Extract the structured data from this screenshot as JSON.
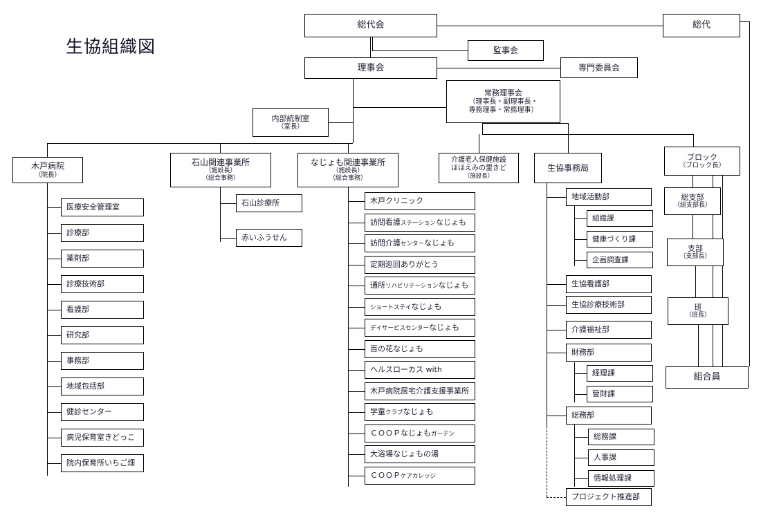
{
  "title": "生協組織図",
  "governance": {
    "soudaikai": "総代会",
    "soudai": "総代",
    "kanjikai": "監事会",
    "rijikai": "理事会",
    "senmon_iinkai": "専門委員会",
    "joumu_rijikai": {
      "line1": "常務理事会",
      "line2": "（理事長・副理事長・",
      "line3": "専務理事・常務理事）"
    },
    "naibu_tousei": {
      "line1": "内部統制室",
      "line2": "（室長）"
    }
  },
  "divisions": {
    "kido_hospital": {
      "line1": "木戸病院",
      "line2": "（院長）"
    },
    "ishiyama": {
      "line1": "石山関連事業所",
      "line2": "（施設長）",
      "line3": "（総合事務）"
    },
    "najomo": {
      "line1": "なじょも関連事業所",
      "line2": "（施設長）",
      "line3": "（総合事務）"
    },
    "rouken": {
      "line1": "介護老人保健施設",
      "line2": "ほほえみの里きど",
      "line3": "（施設長）"
    },
    "jimukyoku": {
      "line1": "生協事務局"
    }
  },
  "kido_children": [
    "医療安全管理室",
    "診療部",
    "薬剤部",
    "診療技術部",
    "看護部",
    "研究部",
    "事務部",
    "地域包括部",
    "健診センター",
    "病児保育室きどっこ",
    "院内保育所いちご畑"
  ],
  "ishiyama_children": [
    "石山診療所",
    "赤いふうせん"
  ],
  "najomo_children": [
    {
      "main": "木戸クリニック",
      "parts": [
        {
          "t": "木戸クリニック",
          "small": false
        }
      ]
    },
    {
      "main": "訪問看護ステーションなじょも",
      "parts": [
        {
          "t": "訪問看護",
          "small": false
        },
        {
          "t": "ステーション",
          "small": true
        },
        {
          "t": "なじょも",
          "small": false
        }
      ]
    },
    {
      "main": "訪問介護センターなじょも",
      "parts": [
        {
          "t": "訪問介護",
          "small": false
        },
        {
          "t": "センター",
          "small": true
        },
        {
          "t": "なじょも",
          "small": false
        }
      ]
    },
    {
      "main": "定期巡回ありがとう",
      "parts": [
        {
          "t": "定期巡回ありがとう",
          "small": false
        }
      ]
    },
    {
      "main": "通所リハビリテーションなじょも",
      "parts": [
        {
          "t": "通所",
          "small": false
        },
        {
          "t": "リハビリテーション",
          "small": true
        },
        {
          "t": "なじょも",
          "small": false
        }
      ]
    },
    {
      "main": "ショートステイなじょも",
      "parts": [
        {
          "t": "ショートステイ",
          "small": true
        },
        {
          "t": "なじょも",
          "small": false
        }
      ]
    },
    {
      "main": "デイサービスセンターなじょも",
      "parts": [
        {
          "t": "デイサービスセンター",
          "small": true
        },
        {
          "t": "なじょも",
          "small": false
        }
      ]
    },
    {
      "main": "百の花なじょも",
      "parts": [
        {
          "t": "百の花なじょも",
          "small": false
        }
      ]
    },
    {
      "main": "ヘルスローカス with",
      "parts": [
        {
          "t": "ヘルスローカス with",
          "small": false
        }
      ]
    },
    {
      "main": "木戸病院居宅介護支援事業所",
      "parts": [
        {
          "t": "木戸病院居宅介護支援事業所",
          "small": false
        }
      ]
    },
    {
      "main": "学童クラブなじょも",
      "parts": [
        {
          "t": "学童",
          "small": false
        },
        {
          "t": "クラブ",
          "small": true
        },
        {
          "t": "なじょも",
          "small": false
        }
      ]
    },
    {
      "main": "COOPなじょもガーデン",
      "parts": [
        {
          "t": "ＣＯＯＰなじょも",
          "small": false
        },
        {
          "t": "ガーデン",
          "small": true
        }
      ]
    },
    {
      "main": "大浴場なじょもの湯",
      "parts": [
        {
          "t": "大浴場なじょもの湯",
          "small": false
        }
      ]
    },
    {
      "main": "COOPケアカレッジ",
      "parts": [
        {
          "t": "ＣＯＯＰ",
          "small": false
        },
        {
          "t": "ケアカレッジ",
          "small": true
        }
      ]
    }
  ],
  "jimukyoku_children": [
    "地域活動部",
    "生協看護部",
    "生協診療技術部",
    "介護福祉部",
    "財務部",
    "総務部"
  ],
  "chiiki_katsudo_children": [
    "組織課",
    "健康づくり課",
    "企画調査課"
  ],
  "zaimu_children": [
    "経理課",
    "管財課"
  ],
  "soumu_children": [
    "総務課",
    "人事課",
    "情報処理課"
  ],
  "project_suishin": "プロジェクト推進部",
  "member_chain": {
    "block": {
      "line1": "ブロック",
      "line2": "（ブロック長）"
    },
    "sou_shibu": {
      "line1": "総支部",
      "line2": "（総支部長）"
    },
    "shibu": {
      "line1": "支部",
      "line2": "（支部長）"
    },
    "han": {
      "line1": "班",
      "line2": "（班長）"
    },
    "kumiaiin": {
      "line1": "組合員"
    }
  },
  "colors": {
    "line": "#000000",
    "text": "#1a1a2e",
    "background": "#ffffff"
  }
}
